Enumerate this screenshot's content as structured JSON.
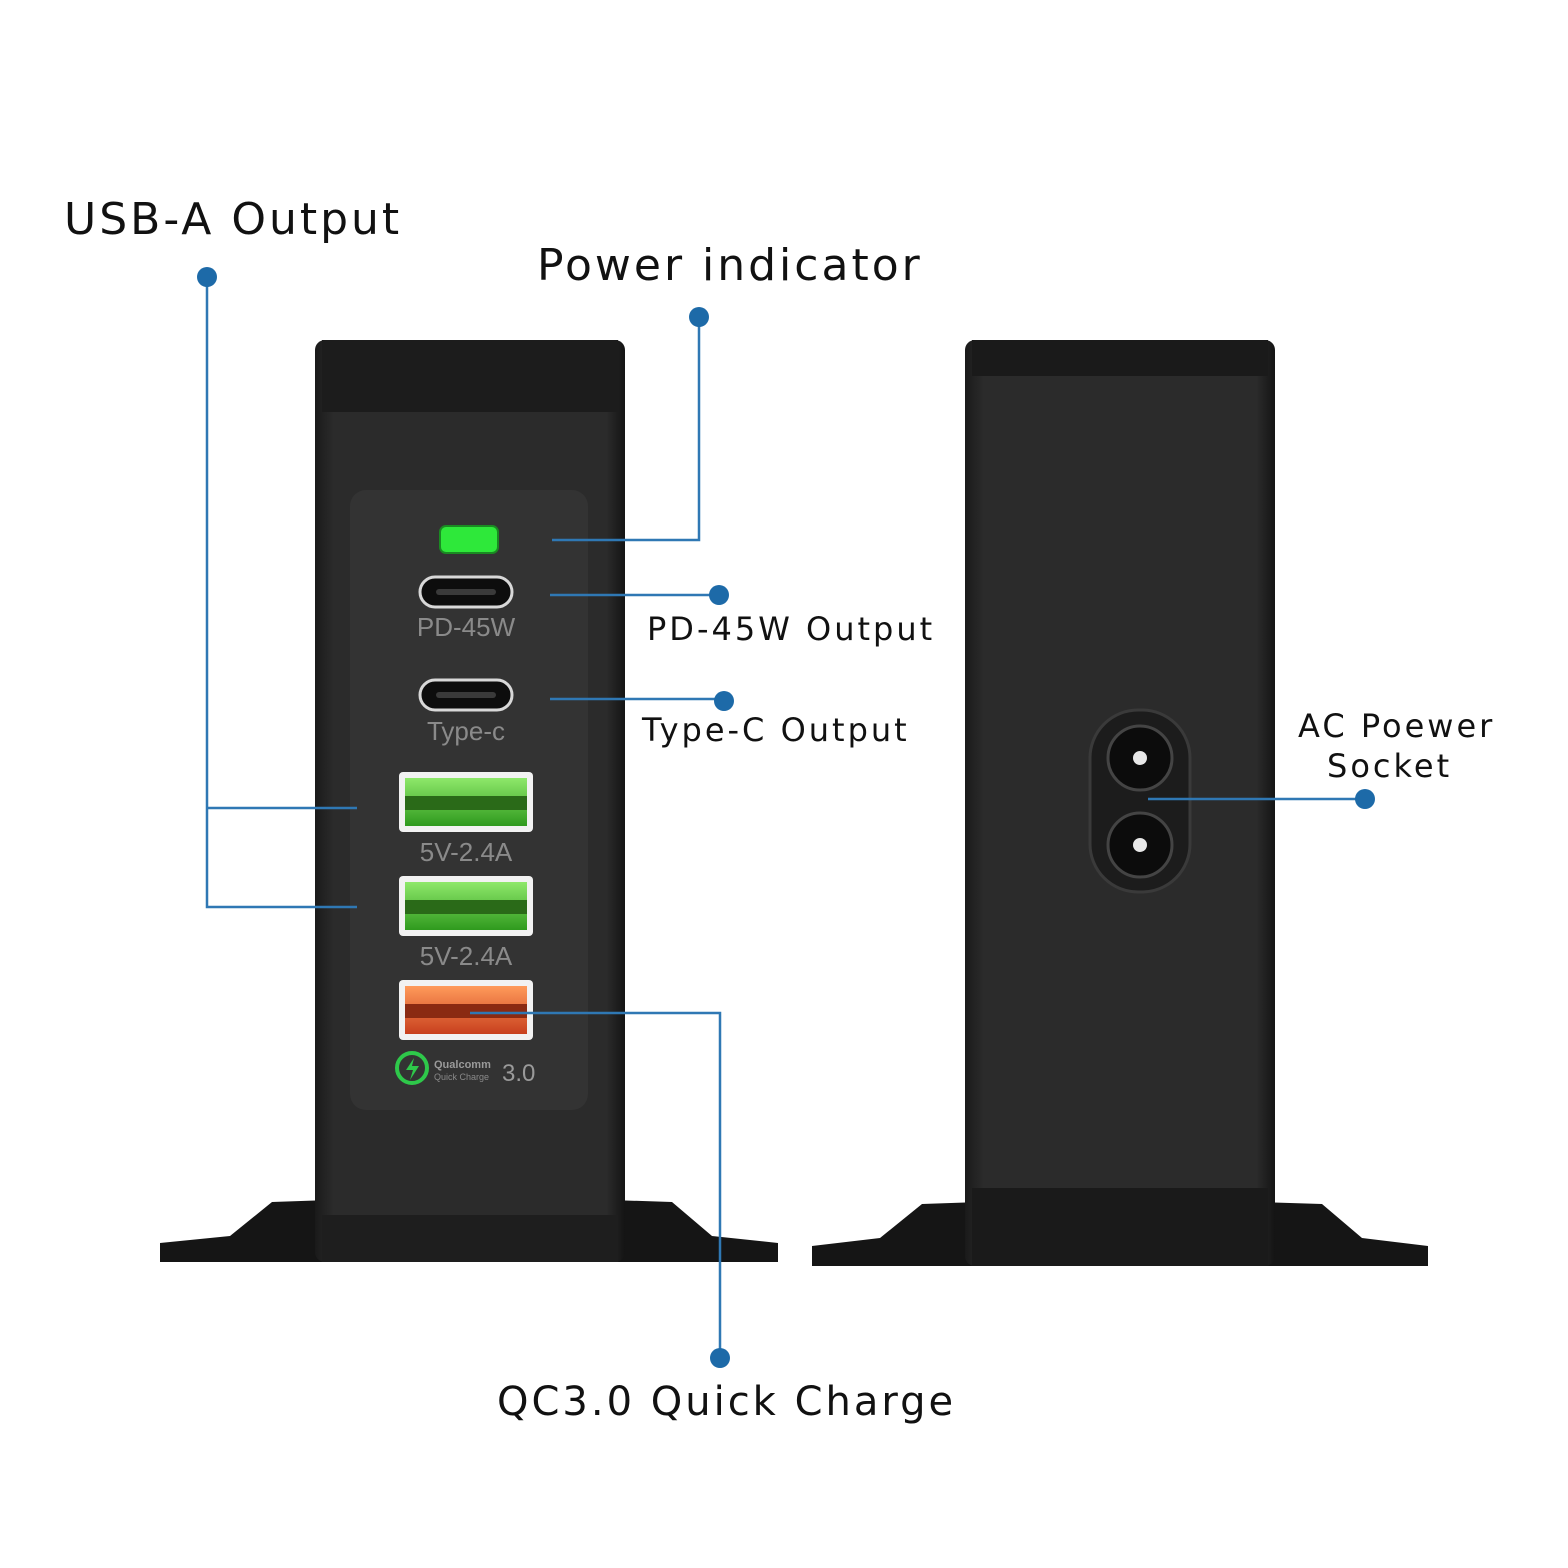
{
  "callouts": {
    "usb_a_output": "USB-A Output",
    "power_indicator": "Power indicator",
    "pd_output": "PD-45W Output",
    "type_c_output": "Type-C Output",
    "ac_socket_line1": "AC Poewer",
    "ac_socket_line2": "Socket",
    "qc_quick_charge": "QC3.0 Quick Charge"
  },
  "front_panel": {
    "pd_port_label": "PD-45W",
    "type_c_port_label": "Type-c",
    "usb_a_port1_label": "5V-2.4A",
    "usb_a_port2_label": "5V-2.4A",
    "qc_logo_brand": "Qualcomm",
    "qc_logo_sub": "Quick Charge",
    "qc_logo_version": "3.0"
  },
  "colors": {
    "body": "#2a2a2a",
    "led": "#2ee83a",
    "usb_green": "#5ec63a",
    "usb_orange": "#e8662e",
    "line": "#2f78b4",
    "dot": "#1d6aa8"
  }
}
